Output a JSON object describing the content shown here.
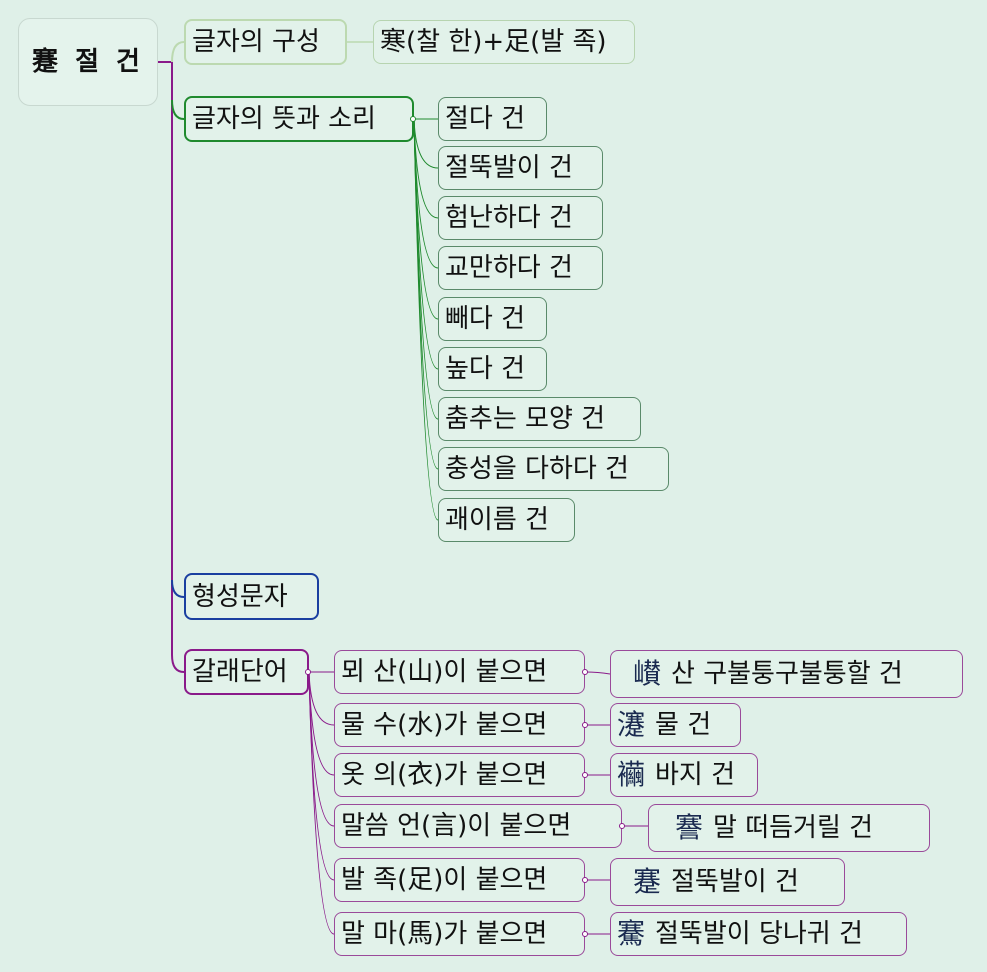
{
  "root": {
    "label": "蹇 절 건"
  },
  "branches": {
    "composition": {
      "label": "글자의 구성",
      "child": "寒(찰 한)+足(발 족)"
    },
    "meaning": {
      "label": "글자의 뜻과 소리",
      "items": [
        "절다 건",
        "절뚝발이 건",
        "험난하다 건",
        "교만하다 건",
        "빼다 건",
        "높다 건",
        "춤추는 모양 건",
        "충성을 다하다 건",
        "괘이름 건"
      ]
    },
    "type": {
      "label": "형성문자"
    },
    "derived": {
      "label": "갈래단어",
      "items": [
        {
          "rule": "뫼 산(山)이 붙으면",
          "char": "㠝",
          "meaning": "산 구불퉁구불퉁할 건"
        },
        {
          "rule": "물 수(水)가 붙으면",
          "char": "瀽",
          "meaning": "물 건"
        },
        {
          "rule": "옷 의(衣)가 붙으면",
          "char": "襺",
          "meaning": "바지 건"
        },
        {
          "rule": "말씀 언(言)이 붙으면",
          "char": "謇",
          "meaning": "말 떠듬거릴 건"
        },
        {
          "rule": "발 족(足)이 붙으면",
          "char": "蹇",
          "meaning": "절뚝발이 건"
        },
        {
          "rule": "말 마(馬)가 붙으면",
          "char": "騫",
          "meaning": "절뚝발이 당나귀 건"
        }
      ]
    }
  },
  "colors": {
    "background": "#dff0e8",
    "root_line": "#8a1a8a",
    "meaning_line": "#1f8a2e",
    "composition_line": "#bcd9b0",
    "type_line": "#1a3fa0",
    "derived_line": "#8a1a8a"
  }
}
